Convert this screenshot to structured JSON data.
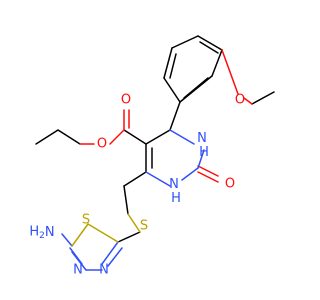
{
  "colors": {
    "carbon_bond": "#000000",
    "oxygen": "#ff0d0d",
    "nitrogen": "#3050f8",
    "sulfur": "#b8a300"
  },
  "labels": {
    "ester_ether_o": "O",
    "ester_carbonyl_o": "O",
    "methoxy_o": "O",
    "urea_carbonyl_o": "O",
    "nh_upper": "N\nH",
    "nh_lower": "N\nH",
    "thioether_s": "S",
    "thiadiazole_s": "S",
    "thiadiazole_n1": "N",
    "thiadiazole_n2": "N",
    "amino_h2n": "H2N"
  }
}
